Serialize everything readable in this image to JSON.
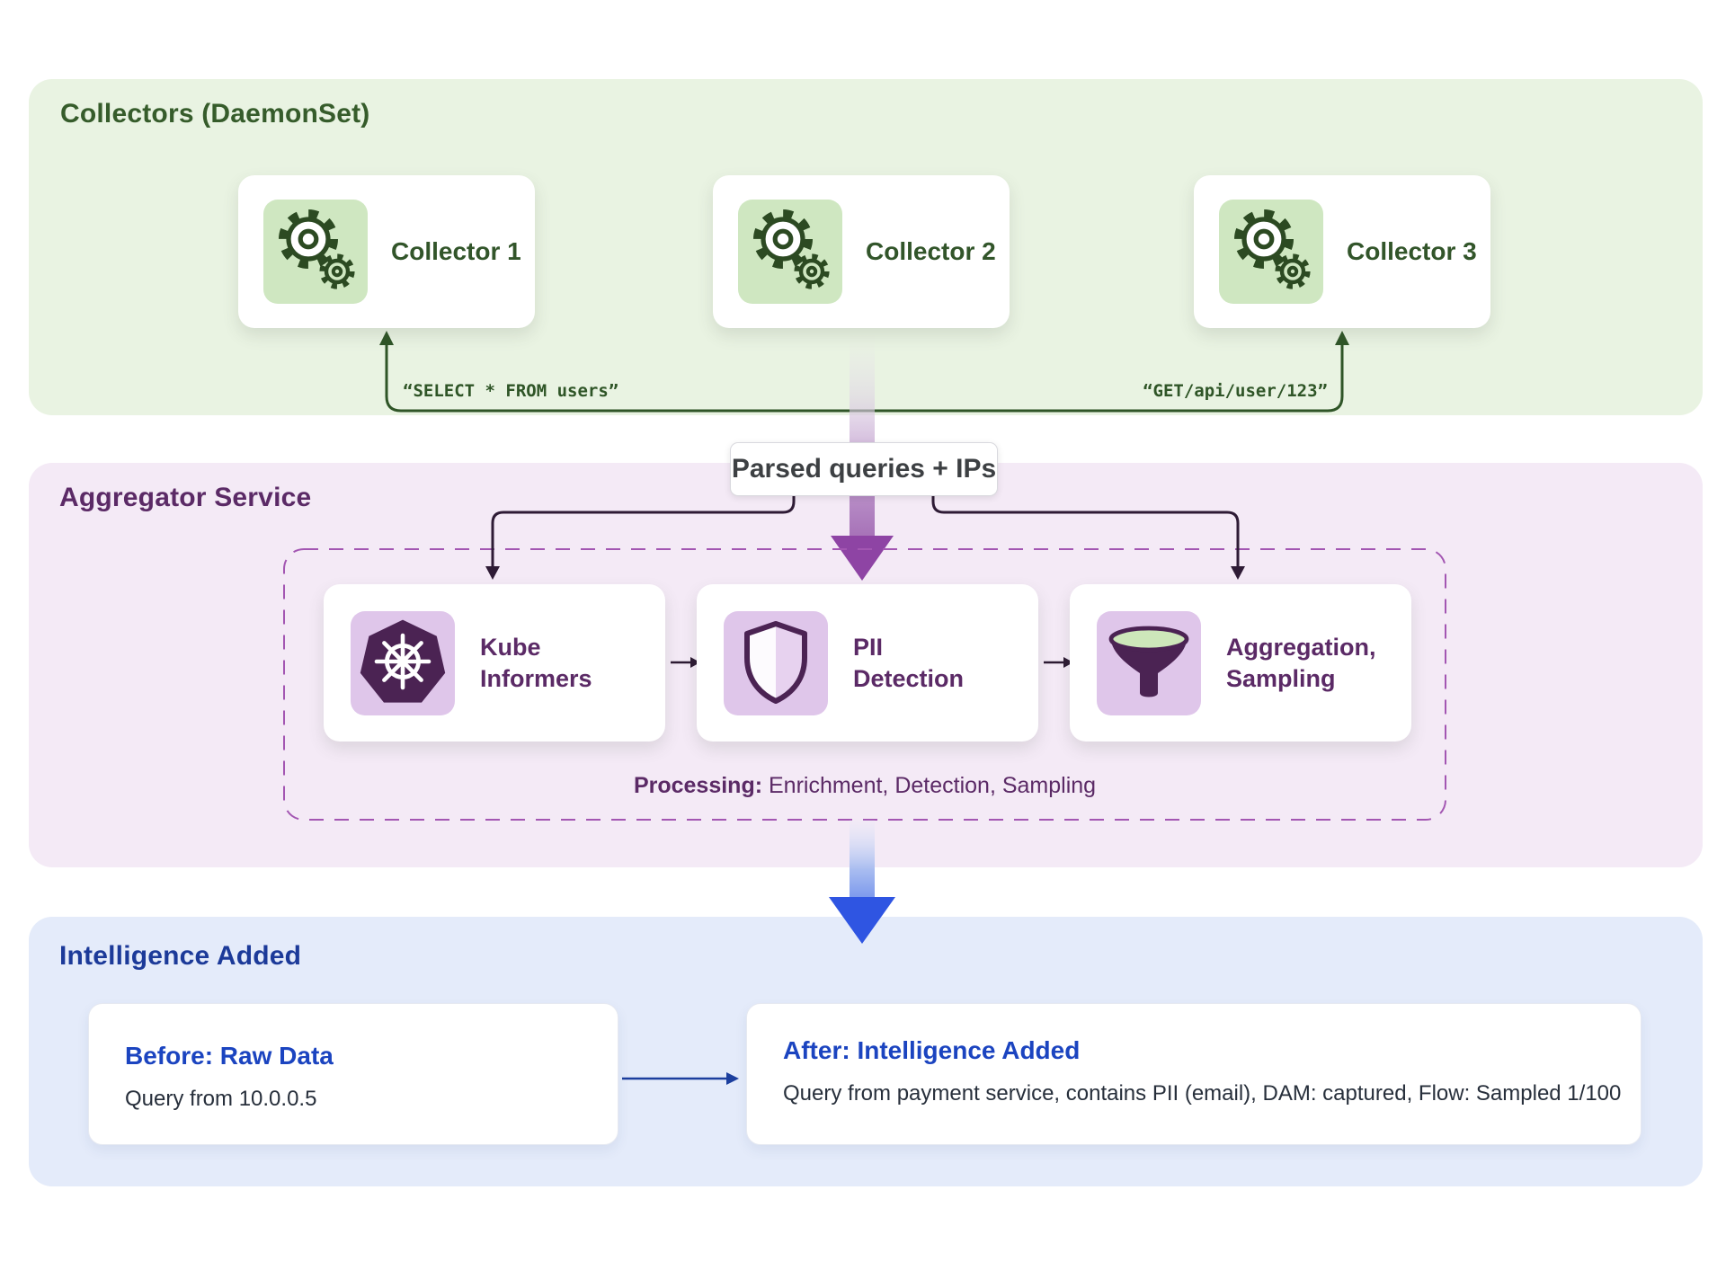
{
  "collectors": {
    "title": "Collectors (DaemonSet)",
    "nodes": [
      {
        "label": "Collector 1"
      },
      {
        "label": "Collector 2"
      },
      {
        "label": "Collector 3"
      }
    ],
    "query_sql": "“SELECT * FROM users”",
    "query_http": "“GET/api/user/123”"
  },
  "flow": {
    "parsed_label": "Parsed queries + IPs"
  },
  "aggregator": {
    "title": "Aggregator Service",
    "nodes": [
      {
        "line1": "Kube",
        "line2": "Informers",
        "icon": "kubernetes-wheel-icon"
      },
      {
        "line1": "PII",
        "line2": "Detection",
        "icon": "shield-icon"
      },
      {
        "line1": "Aggregation,",
        "line2": "Sampling",
        "icon": "funnel-icon"
      }
    ],
    "processing_label": "Processing:",
    "processing_detail": " Enrichment, Detection, Sampling"
  },
  "intelligence": {
    "title": "Intelligence Added",
    "before": {
      "title": "Before: Raw Data",
      "body": "Query from 10.0.0.5"
    },
    "after": {
      "title": "After: Intelligence Added",
      "body": "Query from payment service, contains PII (email), DAM: captured, Flow: Sampled 1/100"
    }
  },
  "colors": {
    "collectors_bg": "#e9f3e2",
    "collectors_accent": "#35572b",
    "collector_tile": "#cfe7c1",
    "aggregator_bg": "#f4eaf6",
    "aggregator_accent": "#5b2a66",
    "aggregator_tile": "#dfc6ea",
    "flow_arrow_purple": "#8e44a4",
    "dashed_border": "#a356b2",
    "intelligence_bg": "#e4ebfa",
    "intelligence_accent": "#1c3a99",
    "card_title_blue": "#1b44c0",
    "flow_arrow_blue": "#2f55e2"
  }
}
